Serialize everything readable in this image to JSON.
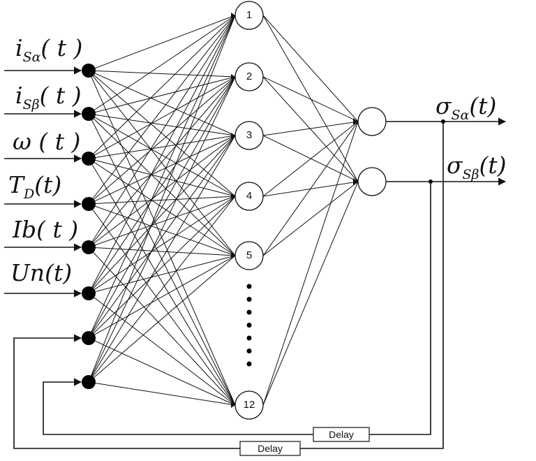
{
  "inputs": [
    {
      "base": "i",
      "sub": "Sα",
      "suffix": "( t )"
    },
    {
      "base": "i",
      "sub": "Sβ",
      "suffix": "( t )"
    },
    {
      "base": "ω",
      "sub": "",
      "suffix": " ( t )"
    },
    {
      "base": "T",
      "sub": "D",
      "suffix": "(t)"
    },
    {
      "base": "Ib",
      "sub": "",
      "suffix": "( t )"
    },
    {
      "base": "Un",
      "sub": "",
      "suffix": "(t)"
    }
  ],
  "hidden_labels": [
    "1",
    "2",
    "3",
    "4",
    "5",
    "12"
  ],
  "outputs": [
    {
      "base": "σ",
      "sub": "Sα",
      "suffix": "(t)"
    },
    {
      "base": "σ",
      "sub": "Sβ",
      "suffix": "(t)"
    }
  ],
  "delay_labels": [
    "Delay",
    "Delay"
  ]
}
